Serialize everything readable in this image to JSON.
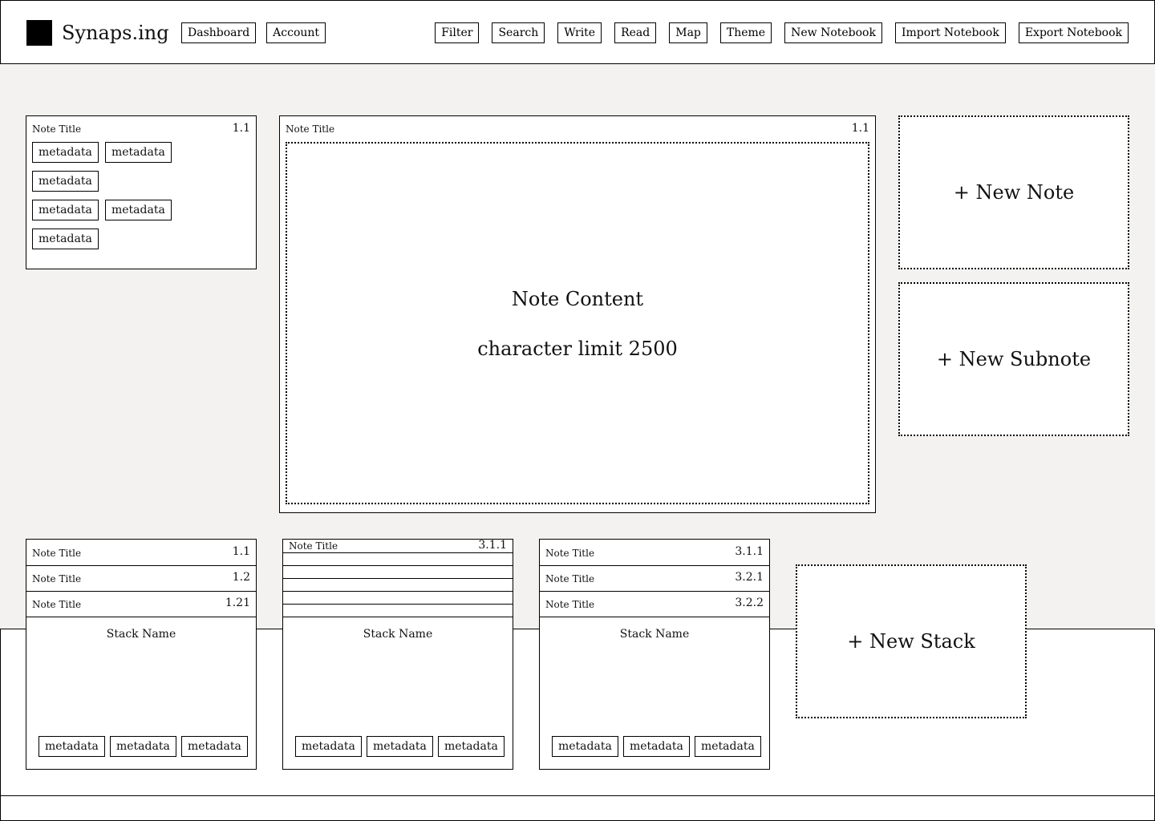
{
  "header": {
    "brand": "Synaps.ing",
    "nav_left": [
      "Dashboard",
      "Account"
    ],
    "nav_right": [
      "Filter",
      "Search",
      "Write",
      "Read",
      "Map",
      "Theme",
      "New Notebook",
      "Import Notebook",
      "Export Notebook"
    ]
  },
  "small_note": {
    "title": "Note Title",
    "number": "1.1",
    "metadata": [
      "metadata",
      "metadata",
      "metadata",
      "metadata",
      "metadata",
      "metadata"
    ]
  },
  "main_note": {
    "title": "Note Title",
    "number": "1.1",
    "content": "Note Content",
    "limit": "character limit 2500"
  },
  "actions": {
    "new_note": "+ New Note",
    "new_subnote": "+ New Subnote",
    "new_stack": "+ New Stack"
  },
  "stacks": [
    {
      "rows": [
        {
          "title": "Note Title",
          "number": "1.1"
        },
        {
          "title": "Note Title",
          "number": "1.2"
        },
        {
          "title": "Note Title",
          "number": "1.21"
        }
      ],
      "name": "Stack Name",
      "metadata": [
        "metadata",
        "metadata",
        "metadata"
      ]
    },
    {
      "rows": [
        {
          "title": "Note Title",
          "number": "3.1.1"
        }
      ],
      "name": "Stack Name",
      "metadata": [
        "metadata",
        "metadata",
        "metadata"
      ]
    },
    {
      "rows": [
        {
          "title": "Note Title",
          "number": "3.1.1"
        },
        {
          "title": "Note Title",
          "number": "3.2.1"
        },
        {
          "title": "Note Title",
          "number": "3.2.2"
        }
      ],
      "name": "Stack Name",
      "metadata": [
        "metadata",
        "metadata",
        "metadata"
      ]
    }
  ]
}
